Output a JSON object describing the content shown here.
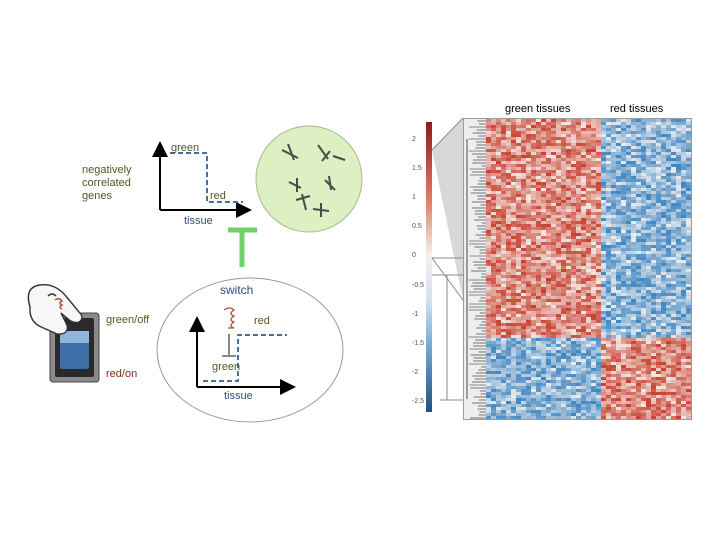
{
  "headers": {
    "green_tissues": "green tissues",
    "red_tissues": "red tissues"
  },
  "top_plot": {
    "y_high_label": "green",
    "x_low_label": "red",
    "axis_label": "tissue",
    "genes_label": "negatively correlated genes"
  },
  "bottom_plot": {
    "title": "switch",
    "high_label": "red",
    "low_label": "green",
    "axis_label": "tissue"
  },
  "toggle": {
    "off_label": "green/off",
    "on_label": "red/on"
  },
  "colorbar": {
    "ticks": [
      "2",
      "1.5",
      "1",
      "0.5",
      "0",
      "-0.5",
      "-1",
      "-1.5",
      "-2",
      "-2.5"
    ]
  },
  "colors": {
    "heat_red": "#c8412f",
    "heat_white": "#f4f1ef",
    "heat_blue": "#3f86c2",
    "inhibit_green": "#6fd36a",
    "line_blue": "#4b6f99",
    "circle_fill": "#dcf0c4"
  },
  "heatmap_blocks": {
    "column_split": 0.56,
    "row_split": 0.73,
    "upper_left": "red",
    "upper_right": "blue",
    "lower_left": "blue",
    "lower_right": "red"
  }
}
